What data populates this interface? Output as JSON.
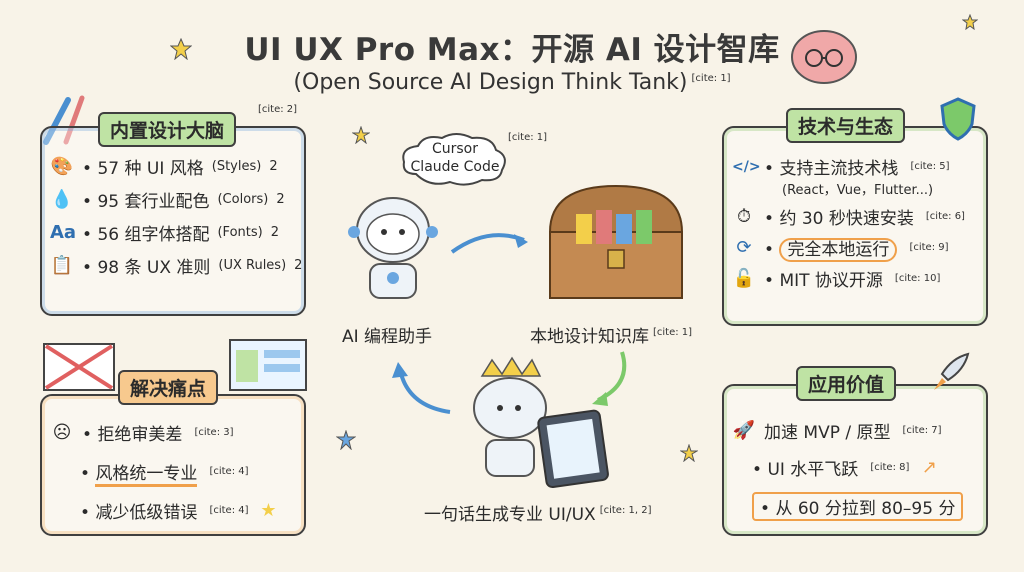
{
  "header": {
    "title": "UI UX Pro Max：开源 AI 设计智库",
    "subtitle": "(Open Source AI Design Think Tank)",
    "subtitle_cite": "[cite: 1]"
  },
  "brain_panel": {
    "title": "内置设计大脑",
    "cite": "[cite: 2]",
    "items": [
      {
        "icon": "palette-icon",
        "main": "57 种 UI 风格",
        "small": "(Styles)",
        "sup": "2"
      },
      {
        "icon": "color-drops-icon",
        "main": "95 套行业配色",
        "small": "(Colors)",
        "sup": "2"
      },
      {
        "icon": "font-aa-icon",
        "main": "56 组字体搭配",
        "small": "(Fonts)",
        "sup": "2"
      },
      {
        "icon": "checklist-icon",
        "main": "98 条 UX 准则",
        "small": "(UX Rules)",
        "sup": "2"
      }
    ]
  },
  "pain_panel": {
    "title": "解决痛点",
    "items": [
      {
        "text": "拒绝审美差",
        "cite": "[cite: 3]"
      },
      {
        "text": "风格统一专业",
        "cite": "[cite: 4]"
      },
      {
        "text": "减少低级错误",
        "cite": "[cite: 4]"
      }
    ]
  },
  "tech_panel": {
    "title": "技术与生态",
    "items": [
      {
        "icon": "code-icon",
        "text": "支持主流技术栈",
        "cite": "[cite: 5]",
        "sub": "(React，Vue，Flutter...)"
      },
      {
        "icon": "stopwatch-icon",
        "text": "约 30 秒快速安装",
        "cite": "[cite: 6]"
      },
      {
        "icon": "refresh-icon",
        "text": "完全本地运行",
        "cite": "[cite: 9]"
      },
      {
        "icon": "unlock-icon",
        "text": "MIT 协议开源",
        "cite": "[cite: 10]"
      }
    ]
  },
  "value_panel": {
    "title": "应用价值",
    "items": [
      {
        "text": "加速 MVP / 原型",
        "cite": "[cite: 7]"
      },
      {
        "text": "UI 水平飞跃",
        "cite": "[cite: 8]"
      },
      {
        "text": "从 60 分拉到 80–95 分",
        "cite": ""
      }
    ]
  },
  "center": {
    "cloud_line1": "Cursor",
    "cloud_line2": "Claude Code",
    "cloud_cite": "[cite: 1]",
    "assistant_label": "AI 编程助手",
    "library_label": "本地设计知识库",
    "library_cite": "[cite: 1]",
    "result_label": "一句话生成专业 UI/UX",
    "result_cite": "[cite: 1, 2]"
  },
  "colors": {
    "panel_green": "#bfe3a4",
    "panel_orange": "#f7c98e",
    "accent": "#f0a04a",
    "outline": "#3f3f3f"
  }
}
